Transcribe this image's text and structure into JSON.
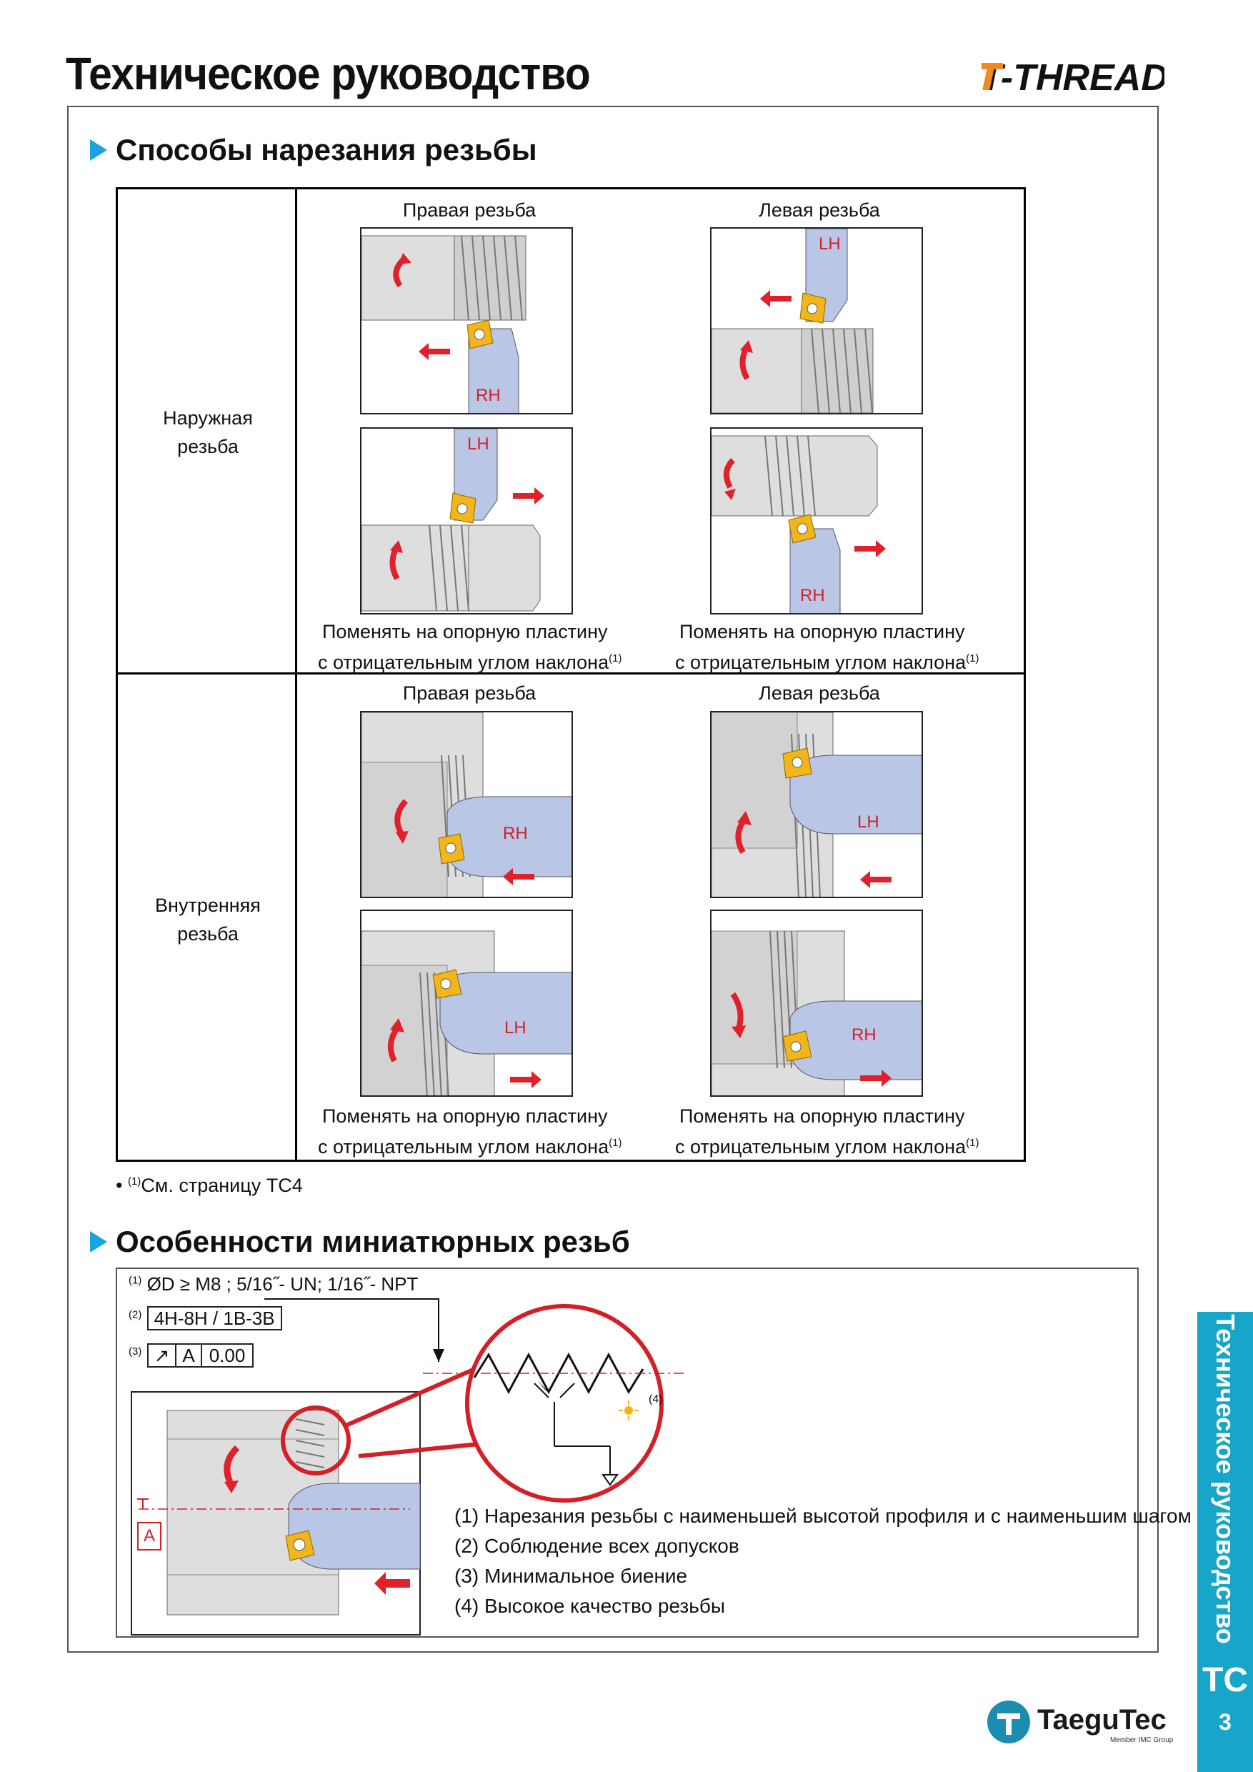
{
  "header": {
    "title": "Техническое руководство",
    "brand": "T-THREAD"
  },
  "section1": {
    "heading": "Способы нарезания резьбы",
    "rows": [
      {
        "label": "Наружная\nрезьба"
      },
      {
        "label": "Внутренняя\nрезьба"
      }
    ],
    "columns": [
      "Правая резьба",
      "Левая резьба"
    ],
    "caption_line1": "Поменять на опорную пластину",
    "caption_line2": "с отрицательным углом наклона",
    "caption_sup": "(1)",
    "tool_labels": {
      "rh": "RH",
      "lh": "LH"
    }
  },
  "footnote": {
    "bullet": "•",
    "sup": "(1)",
    "text": "См. страницу  TC4"
  },
  "section2": {
    "heading": "Особенности миниатюрных резьб",
    "specs": [
      {
        "num": "(1)",
        "text": "ØD ≥ M8 ; 5/16˝- UN; 1/16˝- NPT"
      },
      {
        "num": "(2)",
        "text": "4H-8H / 1B-3B"
      },
      {
        "num": "(3)",
        "datum": "A",
        "value": "0.00"
      }
    ],
    "callout": "(4)",
    "datum_label": "A",
    "features": [
      "(1) Нарезания резьбы с наименьшей высотой профиля и с наименьшим шагом",
      "(2) Соблюдение всех допусков",
      "(3) Минимальное биение",
      "(4) Высокое качество резьбы"
    ]
  },
  "side_tab": {
    "text": "Техническое руководство",
    "code": "TC",
    "page": "3"
  },
  "footer": {
    "brand": "TaeguTec",
    "tagline": "Member IMC Group"
  },
  "colors": {
    "accent_blue": "#1aa3e0",
    "tab_teal": "#17a6c9",
    "arrow_red": "#e0202a",
    "insert_yellow": "#f2b51a",
    "brand_orange": "#f08a1c"
  }
}
